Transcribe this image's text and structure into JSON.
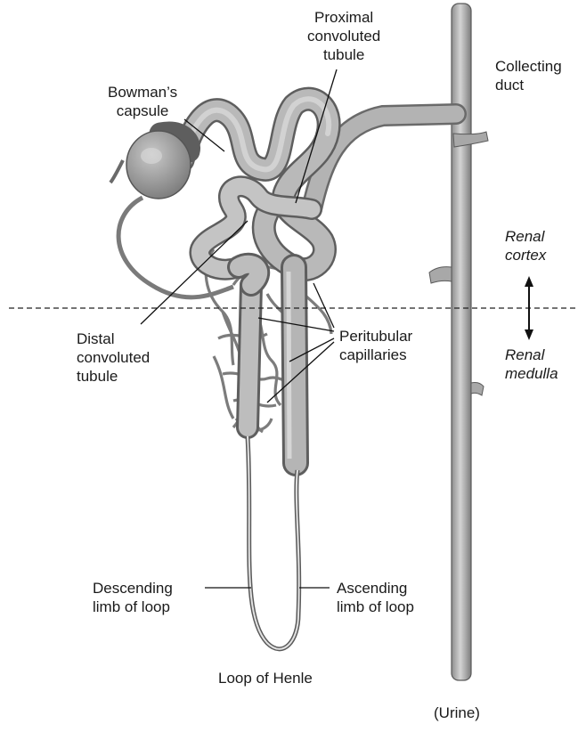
{
  "labels": {
    "proximal": "Proximal\nconvoluted\ntubule",
    "collecting": "Collecting\nduct",
    "bowman": "Bowman’s\ncapsule",
    "cortex": "Renal\ncortex",
    "medulla": "Renal\nmedulla",
    "distal": "Distal\nconvoluted\ntubule",
    "peritubular": "Peritubular\ncapillaries",
    "descending": "Descending\nlimb of loop",
    "ascending": "Ascending\nlimb of loop",
    "loop": "Loop of Henle",
    "urine": "(Urine)"
  }
}
